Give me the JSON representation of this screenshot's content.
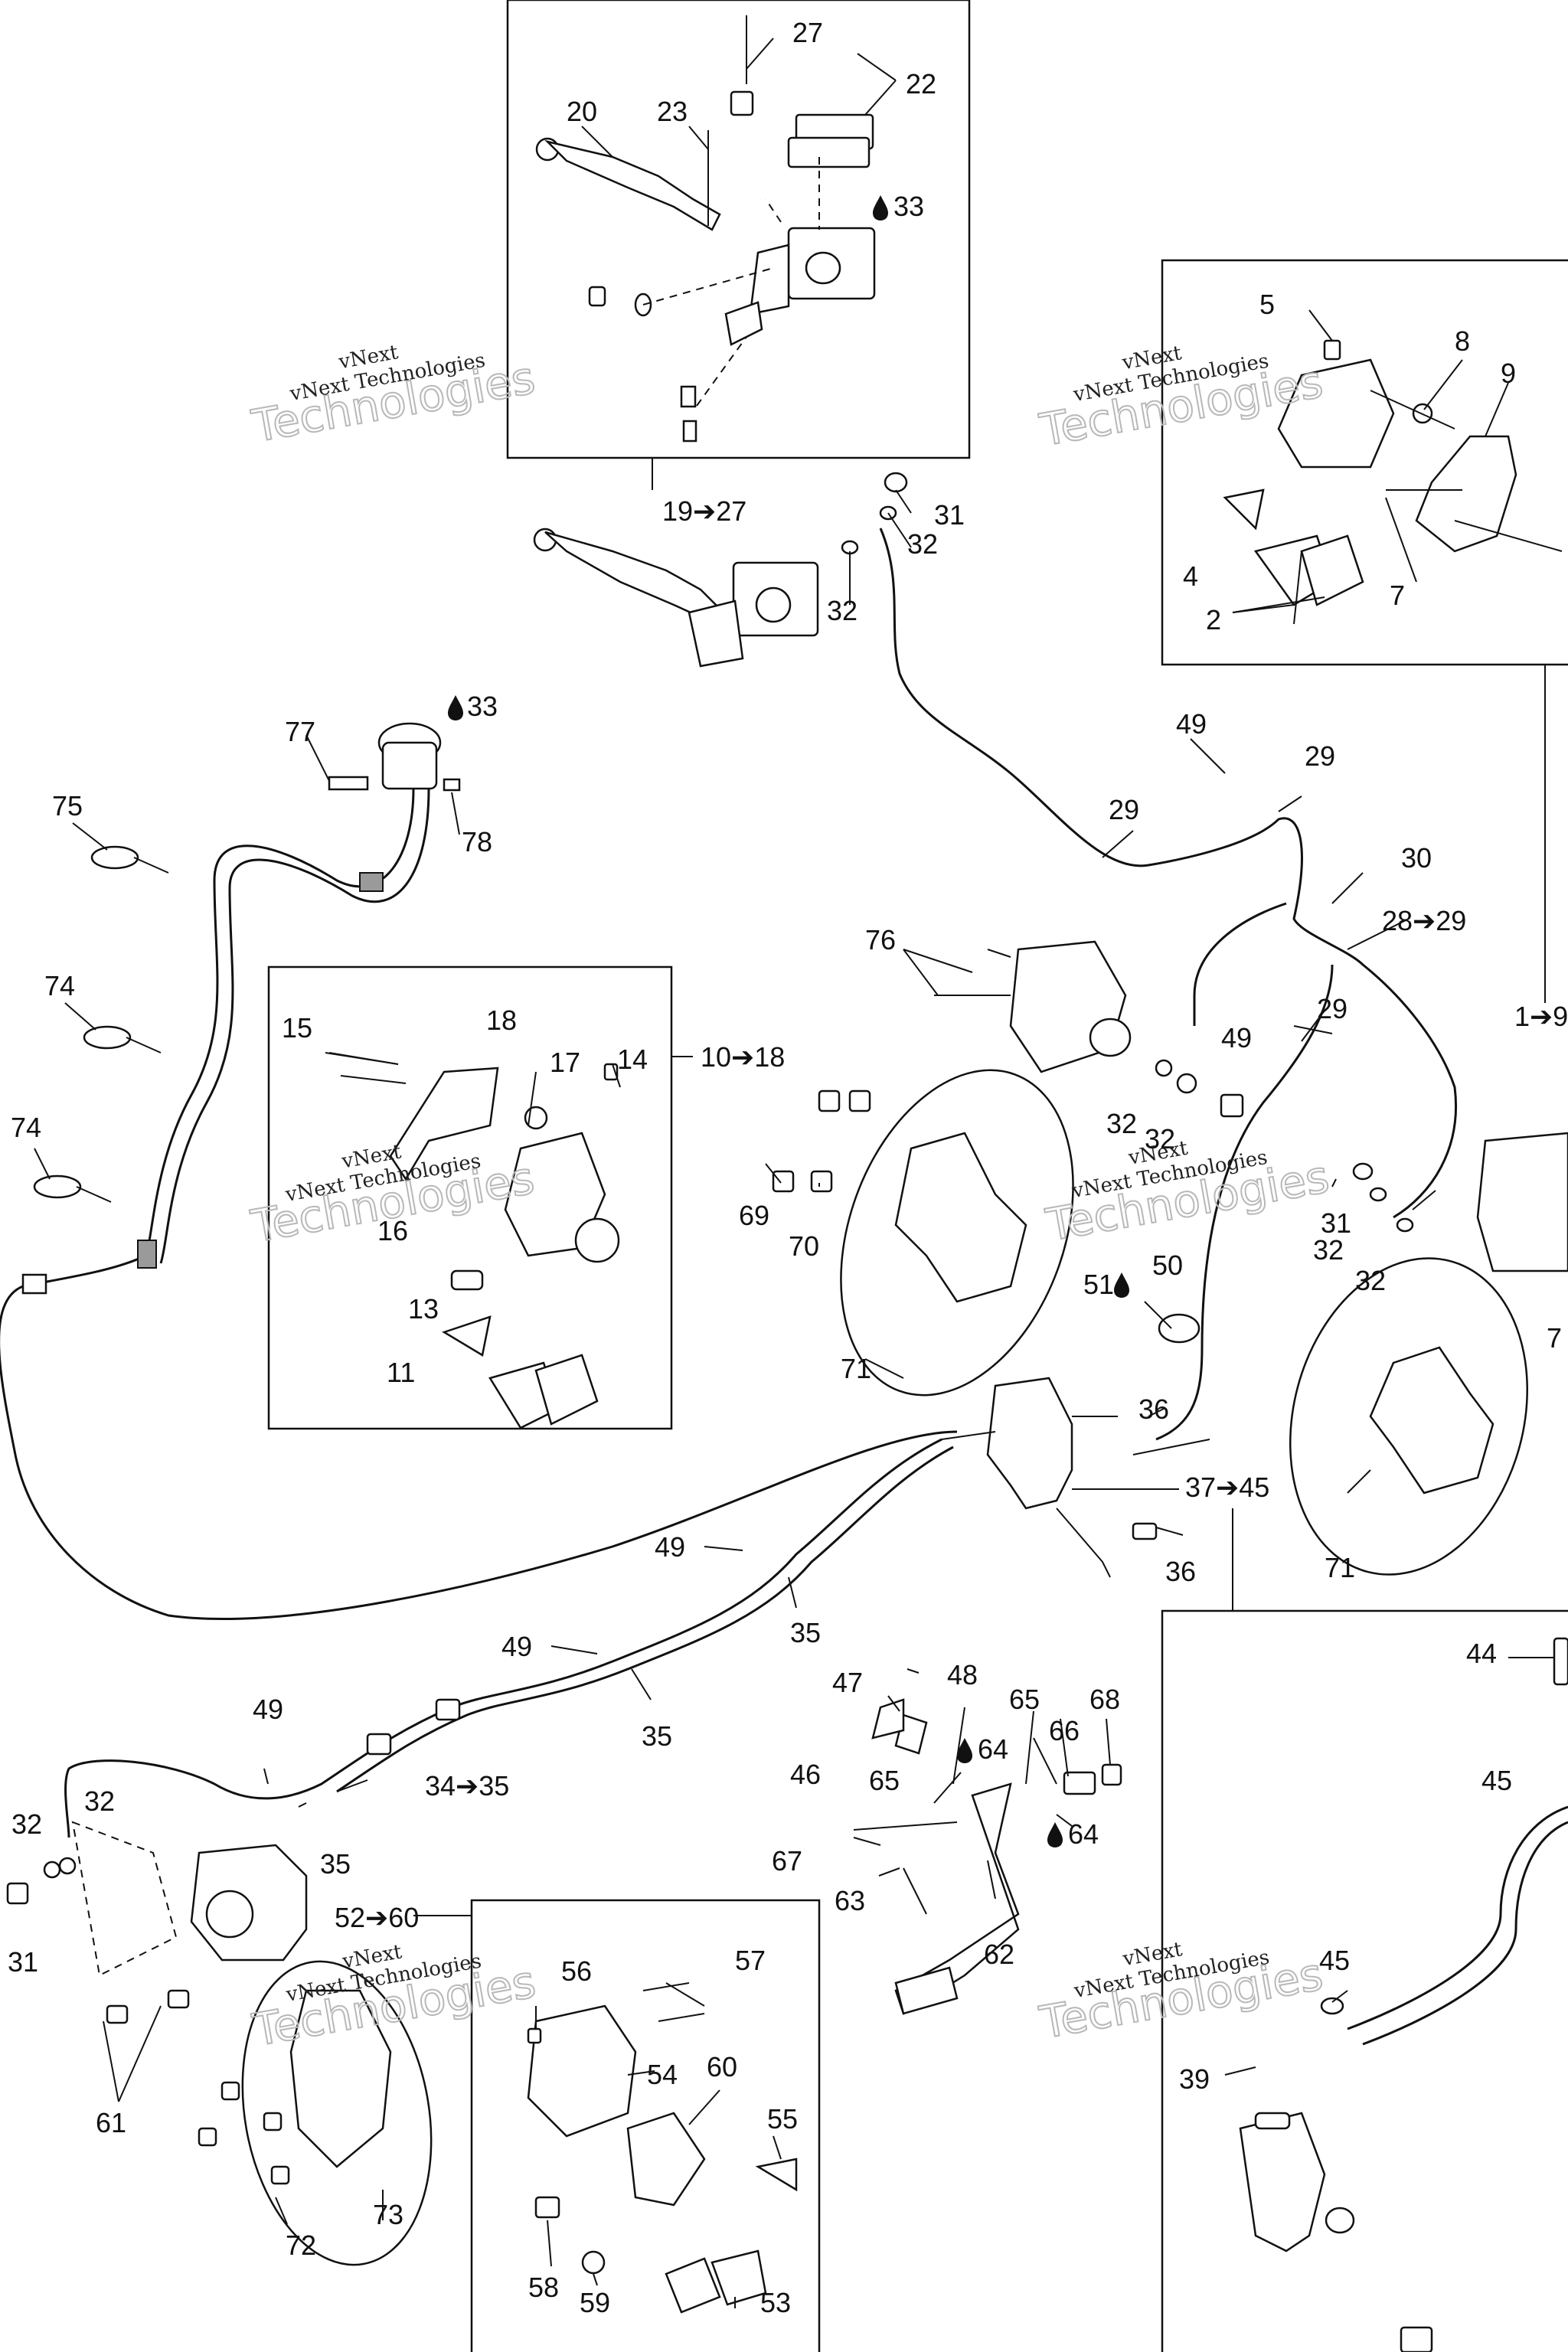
{
  "callouts": {
    "c20": "20",
    "c23": "23",
    "c27": "27",
    "c22": "22",
    "c33a": "33",
    "c19_27": "19➔27",
    "c31a": "31",
    "c32a": "32",
    "c32b": "32",
    "c5": "5",
    "c8": "8",
    "c9": "9",
    "c4": "4",
    "c7": "7",
    "c2": "2",
    "c77": "77",
    "c33b": "33",
    "c78": "78",
    "c75": "75",
    "c74a": "74",
    "c74b": "74",
    "c49a": "49",
    "c29a": "29",
    "c29b": "29",
    "c30": "30",
    "c28_29": "28➔29",
    "c29c": "29",
    "c49b": "49",
    "c1_9": "1➔9",
    "c15": "15",
    "c18": "18",
    "c17": "17",
    "c14": "14",
    "c16": "16",
    "c13": "13",
    "c11": "11",
    "c10_18": "10➔18",
    "c76": "76",
    "c69": "69",
    "c70": "70",
    "c71a": "71",
    "c32c": "32",
    "c32d": "32",
    "c31b": "31",
    "c32e": "32",
    "c32f": "32",
    "c51": "51",
    "c50": "50",
    "c36a": "36",
    "c37_45": "37➔45",
    "c36b": "36",
    "c71b": "71",
    "c49c": "49",
    "c35a": "35",
    "c49d": "49",
    "c35b": "35",
    "c48": "48",
    "c47": "47",
    "c65a": "65",
    "c68": "68",
    "c64a": "64",
    "c66": "66",
    "c46": "46",
    "c65b": "65",
    "c67": "67",
    "c64b": "64",
    "c63": "63",
    "c62": "62",
    "c44": "44",
    "c45a": "45",
    "c49e": "49",
    "c34_35": "34➔35",
    "c35c": "35",
    "c32g": "32",
    "c32h": "32",
    "c31c": "31",
    "c52_60": "52➔60",
    "c57": "57",
    "c56": "56",
    "c54": "54",
    "c60": "60",
    "c55": "55",
    "c61": "61",
    "c73": "73",
    "c72": "72",
    "c58": "58",
    "c59": "59",
    "c53": "53",
    "c45b": "45",
    "c39": "39",
    "c7r": "7"
  },
  "watermark": {
    "line1": "vNext",
    "line2": "vNext Technologies",
    "line3": "Technologies"
  },
  "colors": {
    "ink": "#111111",
    "watermark": "#b8b8b8",
    "shade": "#9a9a9a"
  }
}
